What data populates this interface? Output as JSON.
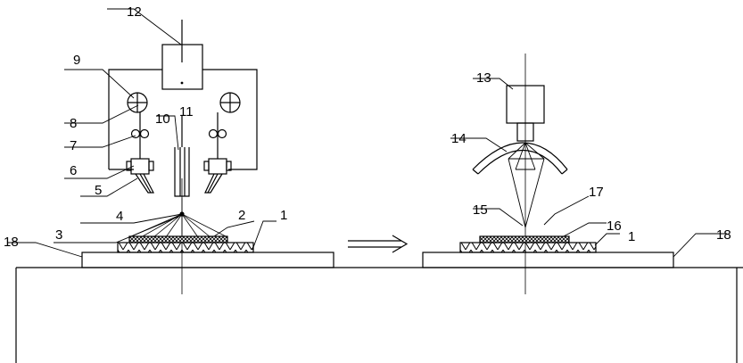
{
  "figure": {
    "background": "#ffffff",
    "stroke": "#000000",
    "arrow_symbol": "⇒",
    "callouts": {
      "workpiece_base_left": "1",
      "coating_left": "2",
      "powder_stream": "3",
      "focus_point_left": "4",
      "powder_nozzle_left": "5",
      "nozzle_holder_left": "6",
      "feed_rollers": "7",
      "feed_roller_shaft": "8",
      "powder_reel": "9",
      "laser_tube": "10",
      "laser_beam_axis": "11",
      "laser_head_top": "12",
      "scanner_head": "13",
      "reflector": "14",
      "scan_focus": "15",
      "coating_right": "16",
      "scan_field": "17",
      "workpiece_base_right": "1",
      "table_left": "18",
      "table_right": "18"
    }
  }
}
